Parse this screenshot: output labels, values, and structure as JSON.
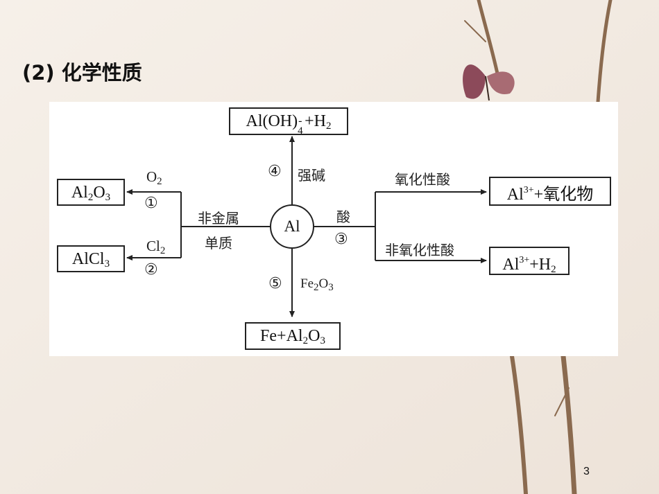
{
  "slide": {
    "title": "(2) 化学性质",
    "page_number": "3"
  },
  "diagram": {
    "center": "Al",
    "top": {
      "product_main": "Al(OH)",
      "product_sub": "4",
      "product_sup": "-",
      "product_tail": "+H",
      "product_tail_sub": "2",
      "step": "④",
      "reagent": "强碱"
    },
    "bottom": {
      "product_a": "Fe+Al",
      "product_a_sub": "2",
      "product_b": "O",
      "product_b_sub": "3",
      "step": "⑤",
      "reagent_a": "Fe",
      "reagent_sub1": "2",
      "reagent_b": "O",
      "reagent_sub2": "3"
    },
    "left": {
      "branch_label_line1": "非金属",
      "branch_label_line2": "单质",
      "upper": {
        "reagent": "O",
        "reagent_sub": "2",
        "step": "①",
        "product_a": "Al",
        "product_a_sub": "2",
        "product_b": "O",
        "product_b_sub": "3"
      },
      "lower": {
        "reagent": "Cl",
        "reagent_sub": "2",
        "step": "②",
        "product": "AlCl",
        "product_sub": "3"
      }
    },
    "right": {
      "branch_label": "酸",
      "step": "③",
      "upper": {
        "condition": "氧化性酸",
        "product_a": "Al",
        "product_sup": "3+",
        "product_b": "+氧化物"
      },
      "lower": {
        "condition": "非氧化性酸",
        "product_a": "Al",
        "product_sup": "3+",
        "product_b": "+H",
        "product_sub": "2"
      }
    }
  }
}
